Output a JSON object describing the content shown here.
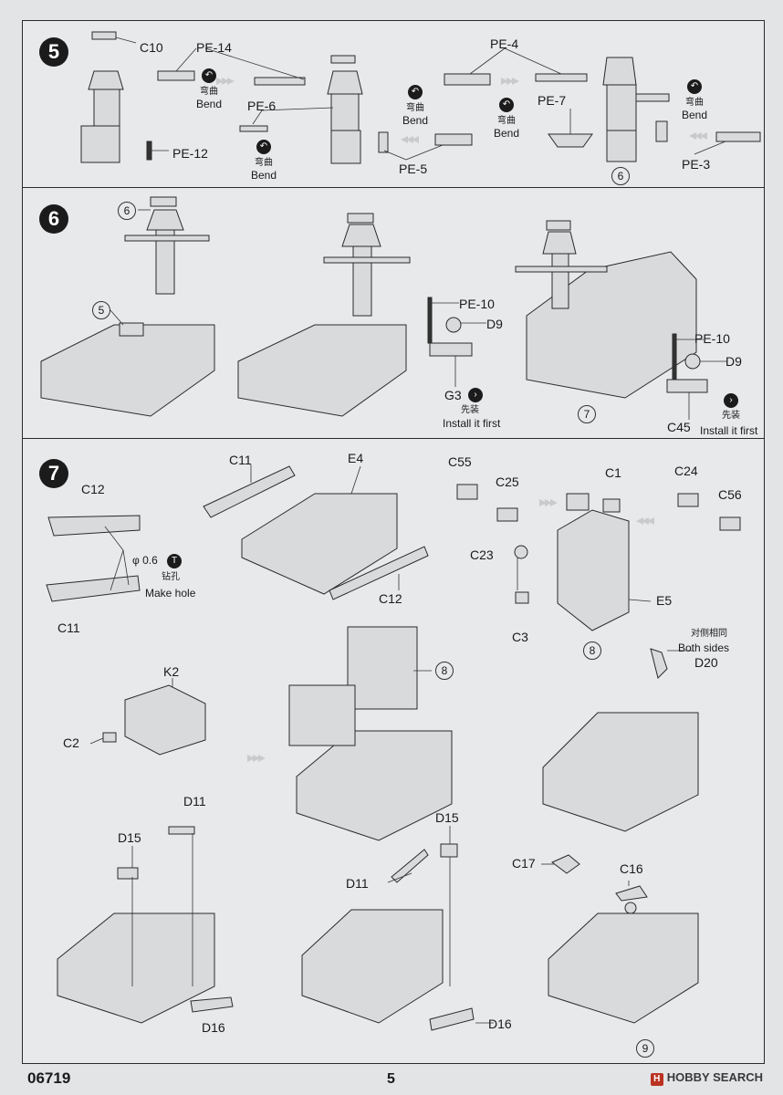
{
  "steps": [
    {
      "number": "5",
      "labels": {
        "c10": "C10",
        "pe14": "PE-14",
        "pe6": "PE-6",
        "pe12": "PE-12",
        "pe5": "PE-5",
        "pe4": "PE-4",
        "pe7": "PE-7",
        "pe3": "PE-3"
      },
      "bend_cn": "弯曲",
      "bend_en": "Bend",
      "ref": "6"
    },
    {
      "number": "6",
      "labels": {
        "pe10": "PE-10",
        "d9": "D9",
        "g3": "G3",
        "c45": "C45"
      },
      "install_cn": "先装",
      "install_en": "Install it first",
      "refs": {
        "r6": "6",
        "r5": "5",
        "r7": "7"
      }
    },
    {
      "number": "7",
      "labels": {
        "c12": "C12",
        "c11": "C11",
        "e4": "E4",
        "c55": "C55",
        "c25": "C25",
        "c1": "C1",
        "c24": "C24",
        "c56": "C56",
        "c23": "C23",
        "e5": "E5",
        "c3": "C3",
        "k2": "K2",
        "c2": "C2",
        "d20": "D20",
        "d11": "D11",
        "d15": "D15",
        "d16": "D16",
        "c17": "C17",
        "c16": "C16"
      },
      "hole_size": "φ 0.6",
      "hole_cn": "钻孔",
      "hole_en": "Make hole",
      "both_cn": "对侧相同",
      "both_en": "Both sides",
      "refs": {
        "r8": "8",
        "r9": "9"
      }
    }
  ],
  "footer": {
    "model_number": "06719",
    "page_number": "5",
    "watermark": "HOBBY SEARCH",
    "watermark_badge": "H"
  },
  "colors": {
    "background": "#e3e4e6",
    "line": "#2a2a2a",
    "part_fill": "#d9dadc",
    "badge": "#1b1b1b"
  }
}
